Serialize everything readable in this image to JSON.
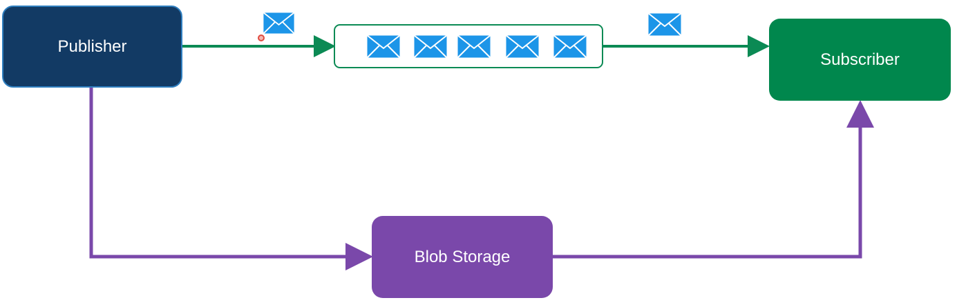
{
  "nodes": {
    "publisher": "Publisher",
    "subscriber": "Subscriber",
    "blob_storage": "Blob Storage"
  },
  "colors": {
    "publisher_fill": "#123a64",
    "publisher_border": "#2f7fc0",
    "subscriber_fill": "#00874d",
    "blob_fill": "#7a48aa",
    "message_flow": "#0b8a54",
    "blob_flow": "#7a48aa",
    "envelope": "#1c95e8"
  },
  "icons": {
    "message": "envelope-icon",
    "pointer": "cursor-indicator"
  }
}
